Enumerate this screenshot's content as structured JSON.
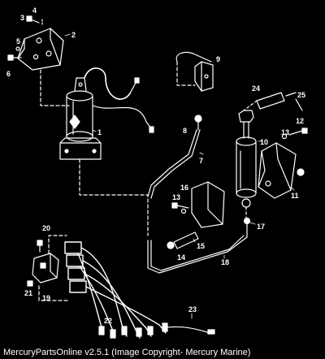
{
  "caption": "MercuryPartsOnline v2.5.1 (Image Copyright- Mercury Marine)",
  "callouts": {
    "c1": "1",
    "c2": "2",
    "c3": "3",
    "c4": "4",
    "c5": "5",
    "c6": "6",
    "c7": "7",
    "c8": "8",
    "c9": "9",
    "c10": "10",
    "c11": "11",
    "c12": "12",
    "c13a": "13",
    "c13b": "13",
    "c14": "14",
    "c15": "15",
    "c16": "16",
    "c17": "17",
    "c18": "18",
    "c19": "19",
    "c20": "20",
    "c21": "21",
    "c22": "22",
    "c23": "23",
    "c24": "24",
    "c25": "25"
  },
  "colors": {
    "background": "#000000",
    "ink": "#ffffff"
  }
}
